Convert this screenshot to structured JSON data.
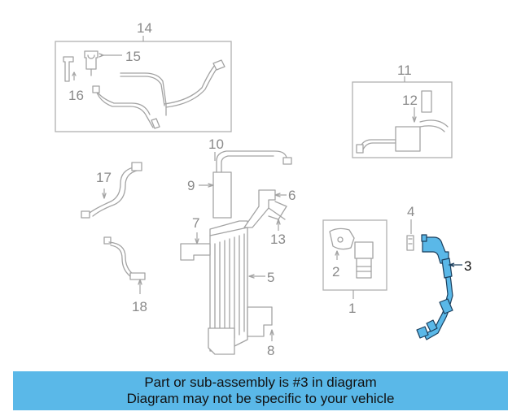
{
  "callouts": {
    "c1": "1",
    "c2": "2",
    "c3": "3",
    "c4": "4",
    "c5": "5",
    "c6": "6",
    "c7": "7",
    "c8": "8",
    "c9": "9",
    "c10": "10",
    "c11": "11",
    "c12": "12",
    "c13": "13",
    "c14": "14",
    "c15": "15",
    "c16": "16",
    "c17": "17",
    "c18": "18"
  },
  "highlight": {
    "part": "3",
    "color": "#5ab8e8"
  },
  "banner": {
    "line1": "Part or sub-assembly is #3 in diagram",
    "line2": "Diagram may not be specific to your vehicle",
    "background": "#5ab8e8"
  }
}
